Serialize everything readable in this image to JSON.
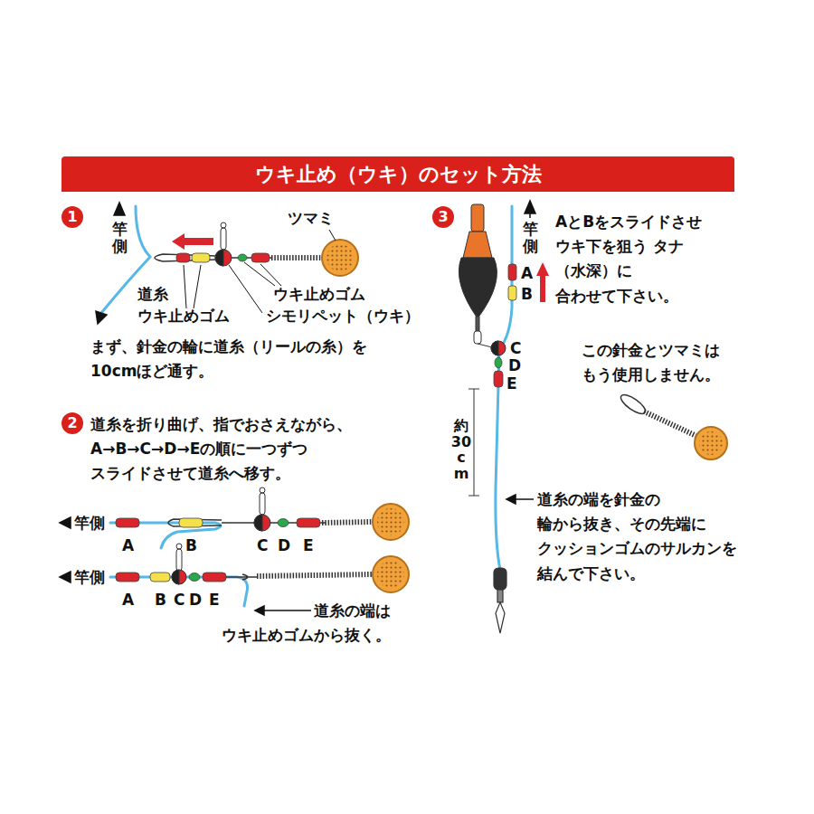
{
  "diagram": {
    "title": "ウキ止め（ウキ）のセット方法",
    "nodes": [
      {
        "text": [
          "1"
        ]
      },
      {
        "text": [
          "2"
        ]
      },
      {
        "text": [
          "3"
        ]
      }
    ],
    "labels": [
      "竿側",
      "ツマミ",
      "道糸",
      "ウキ止めゴム",
      "ウキ止めゴム",
      "シモリペット（ウキ）",
      "まず、針金の輪に道糸（リールの糸）を 10cmほど通す。",
      "道糸を折り曲げ、指でおさえながら、 A→B→C→D→Eの順に一つずつ スライドさせて道糸へ移す。",
      "竿側",
      "A",
      "B",
      "C",
      "D",
      "E",
      "竿側",
      "A",
      "B",
      "C",
      "D",
      "E",
      "道糸の端は ウキ止めゴムから抜く。",
      "竿側",
      "A",
      "B",
      "C",
      "D",
      "E",
      "AとBをスライドさせ ウキ下を狙う タナ（水深）に 合わせて下さい。",
      "この針金とツマミは もう使用しません。",
      "約30cm",
      "道糸の端を針金の 輪から抜き、その先端に クッションゴムのサルカンを 結んで下さい。"
    ]
  }
}
